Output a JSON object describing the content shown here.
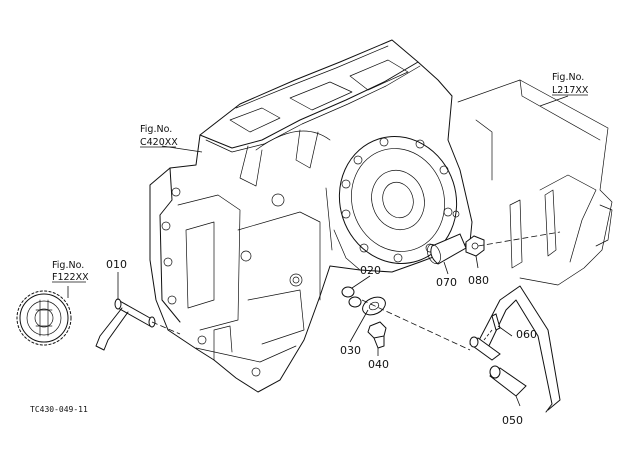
{
  "figure_refs": {
    "left": {
      "line1": "Fig.No.",
      "line2": "F122XX"
    },
    "center": {
      "line1": "Fig.No.",
      "line2": "C420XX"
    },
    "right": {
      "line1": "Fig.No.",
      "line2": "L217XX"
    }
  },
  "parts": {
    "p010": "010",
    "p020": "020",
    "p030": "030",
    "p040": "040",
    "p050": "050",
    "p060": "060",
    "p070": "070",
    "p080": "080"
  },
  "drawing_code": "TC430-049-11",
  "colors": {
    "line": "#111111",
    "background": "#ffffff"
  }
}
